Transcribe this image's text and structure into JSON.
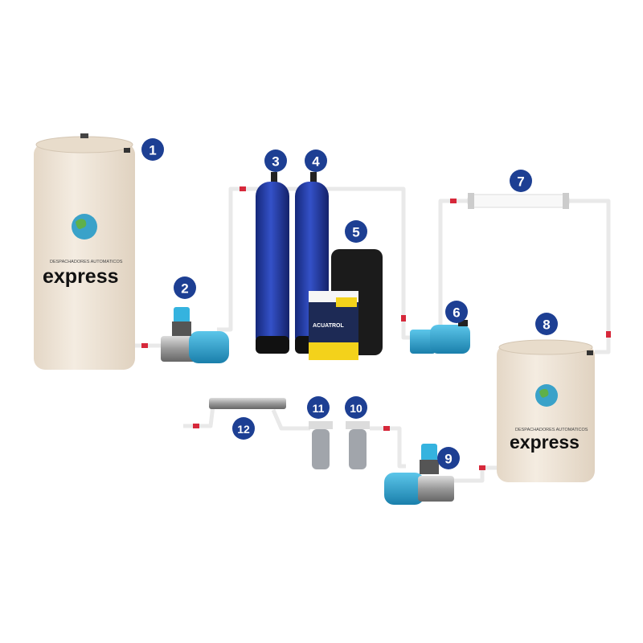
{
  "diagram": {
    "badges": [
      {
        "number": "1"
      },
      {
        "number": "2"
      },
      {
        "number": "3"
      },
      {
        "number": "4"
      },
      {
        "number": "5"
      },
      {
        "number": "6"
      },
      {
        "number": "7"
      },
      {
        "number": "8"
      },
      {
        "number": "9"
      },
      {
        "number": "10"
      },
      {
        "number": "11"
      },
      {
        "number": "12"
      }
    ],
    "tank_logo": {
      "tagline": "DESPACHADORES AUTOMATICOS",
      "brand": "express"
    },
    "salt_bag": {
      "brand": "ACUATROL"
    },
    "colors": {
      "badge": "#1d3f93",
      "tank": "#efe5d8",
      "filter": "#1f3fa8",
      "pump": "#2aa3cf",
      "pipe": "#f2f2f2",
      "valve": "#d6283a"
    }
  }
}
